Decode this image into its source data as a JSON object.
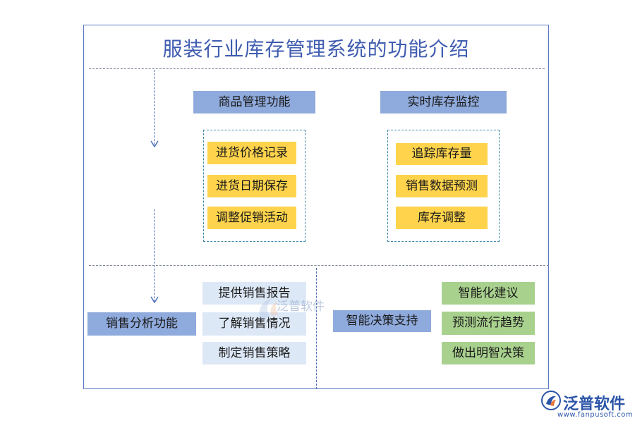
{
  "title": "服装行业库存管理系统的功能介绍",
  "sections": {
    "goods_management": {
      "header": "商品管理功能",
      "items": [
        "进货价格记录",
        "进货日期保存",
        "调整促销活动"
      ]
    },
    "realtime_monitor": {
      "header": "实时库存监控",
      "items": [
        "追踪库存量",
        "销售数据预测",
        "库存调整"
      ]
    },
    "sales_analysis": {
      "header": "销售分析功能",
      "items": [
        "提供销售报告",
        "了解销售情况",
        "制定销售策略"
      ]
    },
    "decision_support": {
      "header": "智能决策支持",
      "items": [
        "智能化建议",
        "预测流行趋势",
        "做出明智决策"
      ]
    }
  },
  "watermark": "泛普软件",
  "logo": {
    "icon": "fanpu-logo-icon",
    "name": "泛普软件",
    "url": "www.fanpusoft.com",
    "brand_color": "#2c55a8"
  },
  "colors": {
    "header_box": "#8faadc",
    "yellow_box": "#ffd44c",
    "light_blue_box": "#dde8f7",
    "green_box": "#a9d18e",
    "title": "#3f5cb0"
  }
}
